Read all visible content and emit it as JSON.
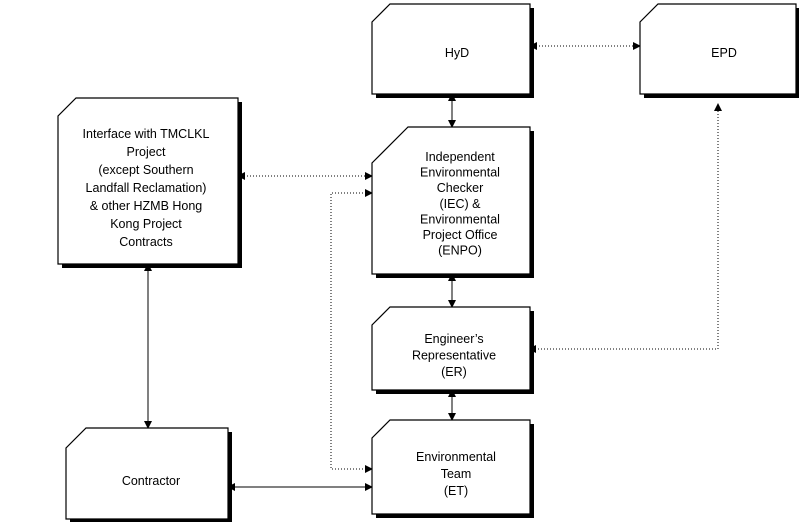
{
  "nodes": {
    "hyd": {
      "lines": [
        "HyD"
      ]
    },
    "epd": {
      "lines": [
        "EPD"
      ]
    },
    "interface": {
      "lines": [
        "Interface with TMCLKL",
        "Project",
        "(except Southern",
        "Landfall Reclamation)",
        "& other HZMB Hong",
        "Kong Project",
        "Contracts"
      ]
    },
    "iec": {
      "lines": [
        "Independent",
        "Environmental",
        "Checker",
        "(IEC) &",
        "Environmental",
        "Project Office",
        "(ENPO)"
      ]
    },
    "er": {
      "lines": [
        "Engineer’s",
        "Representative",
        "(ER)"
      ]
    },
    "et": {
      "lines": [
        "Environmental",
        "Team",
        "(ET)"
      ]
    },
    "contractor": {
      "lines": [
        "Contractor"
      ]
    }
  },
  "edges": [
    {
      "from": "hyd",
      "to": "epd",
      "style": "dotted",
      "arrows": "both"
    },
    {
      "from": "hyd",
      "to": "iec",
      "style": "solid",
      "arrows": "both"
    },
    {
      "from": "interface",
      "to": "iec",
      "style": "dotted",
      "arrows": "both"
    },
    {
      "from": "iec",
      "to": "er",
      "style": "solid",
      "arrows": "both"
    },
    {
      "from": "er",
      "to": "et",
      "style": "solid",
      "arrows": "both"
    },
    {
      "from": "interface",
      "to": "contractor",
      "style": "solid",
      "arrows": "both"
    },
    {
      "from": "contractor",
      "to": "et",
      "style": "solid",
      "arrows": "both"
    },
    {
      "from": "et",
      "to": "iec",
      "style": "dotted",
      "arrows": "both"
    },
    {
      "from": "er",
      "to": "epd",
      "style": "dotted",
      "arrows": "end"
    }
  ]
}
